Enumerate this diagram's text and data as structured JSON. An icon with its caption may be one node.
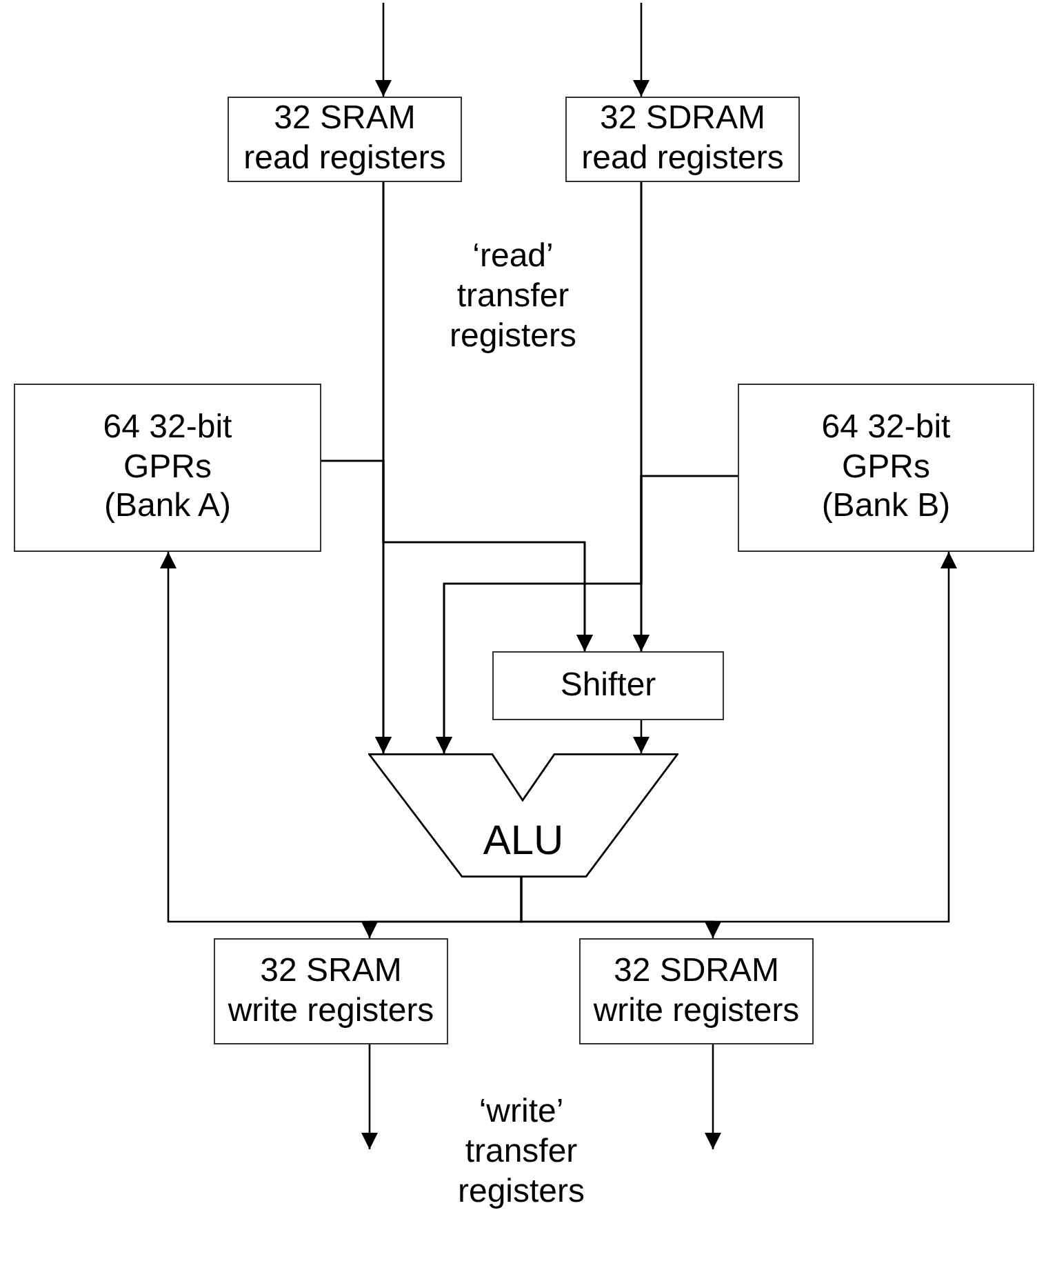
{
  "diagram": {
    "nodes": [
      {
        "text": [
          "32 SRAM read registers"
        ]
      },
      {
        "text": [
          "32 SDRAM read registers"
        ]
      },
      {
        "text": [
          "64 32-bit GPRs (Bank A)"
        ]
      },
      {
        "text": [
          "64 32-bit GPRs (Bank B)"
        ]
      },
      {
        "text": [
          "Shifter"
        ]
      },
      {
        "text": [
          "ALU"
        ]
      },
      {
        "text": [
          "32 SRAM write registers"
        ]
      },
      {
        "text": [
          "32 SDRAM write registers"
        ]
      }
    ],
    "edges": [
      {
        "from": null,
        "to": 0,
        "arrow": "to"
      },
      {
        "from": null,
        "to": 1,
        "arrow": "to"
      },
      {
        "from": 0,
        "to": 5,
        "arrow": "to"
      },
      {
        "from": 2,
        "to": 5,
        "arrow": "to"
      },
      {
        "from": 0,
        "to": 4,
        "arrow": "to"
      },
      {
        "from": 2,
        "to": 4,
        "arrow": "to"
      },
      {
        "from": 1,
        "to": 4,
        "arrow": "to"
      },
      {
        "from": 3,
        "to": 4,
        "arrow": "to"
      },
      {
        "from": 1,
        "to": 5,
        "arrow": "to"
      },
      {
        "from": 3,
        "to": 5,
        "arrow": "to"
      },
      {
        "from": 4,
        "to": 5,
        "arrow": "to"
      },
      {
        "from": 5,
        "to": 2,
        "arrow": "to"
      },
      {
        "from": 5,
        "to": 3,
        "arrow": "to"
      },
      {
        "from": 5,
        "to": 6,
        "arrow": "to"
      },
      {
        "from": 5,
        "to": 7,
        "arrow": "to"
      },
      {
        "from": 6,
        "to": null,
        "arrow": "to"
      },
      {
        "from": 7,
        "to": null,
        "arrow": "to"
      }
    ],
    "labels": [
      "‘read’ transfer registers",
      "‘write’ transfer registers"
    ]
  }
}
